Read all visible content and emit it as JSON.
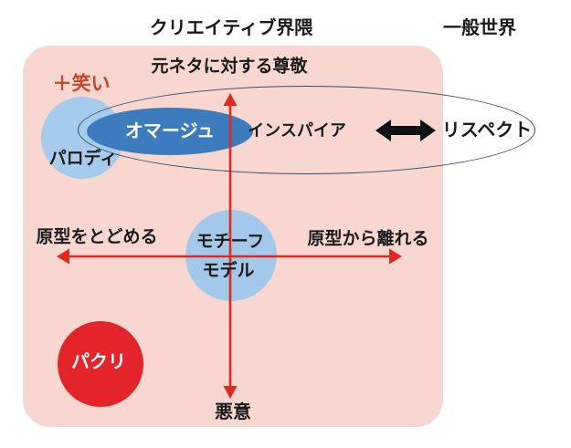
{
  "titles": {
    "creative_world": "クリエイティブ界隈",
    "general_world": "一般世界"
  },
  "panel": {
    "bg_color": "#f8d7d0"
  },
  "axes": {
    "color": "#e02a1f",
    "top_label": "元ネタに対する尊敬",
    "bottom_label": "悪意",
    "left_label": "原型をとどめる",
    "right_label": "原型から離れる"
  },
  "annotations": {
    "plus_laugh": {
      "label": "＋笑い",
      "color": "#c8452a"
    }
  },
  "bubbles": {
    "parody": {
      "label": "パロディ",
      "fill": "#a6cbec",
      "text_color": "#1a1a1a"
    },
    "homage": {
      "label": "オマージュ",
      "fill": "#3c7cbe",
      "text_color": "#ffffff"
    },
    "motif_model": {
      "line1": "モチーフ",
      "line2": "モデル",
      "fill": "#a4c8e9",
      "text_color": "#1a1a1a"
    },
    "pakuri": {
      "label": "パクリ",
      "fill": "#e3242b",
      "text_color": "#ffffff"
    }
  },
  "respect_group": {
    "outline_color": "#3a4a63",
    "inspire_label": "インスパイア",
    "respect_label": "リスペクト",
    "arrow_icon": "double-headed-arrow",
    "arrow_color": "#111111"
  }
}
